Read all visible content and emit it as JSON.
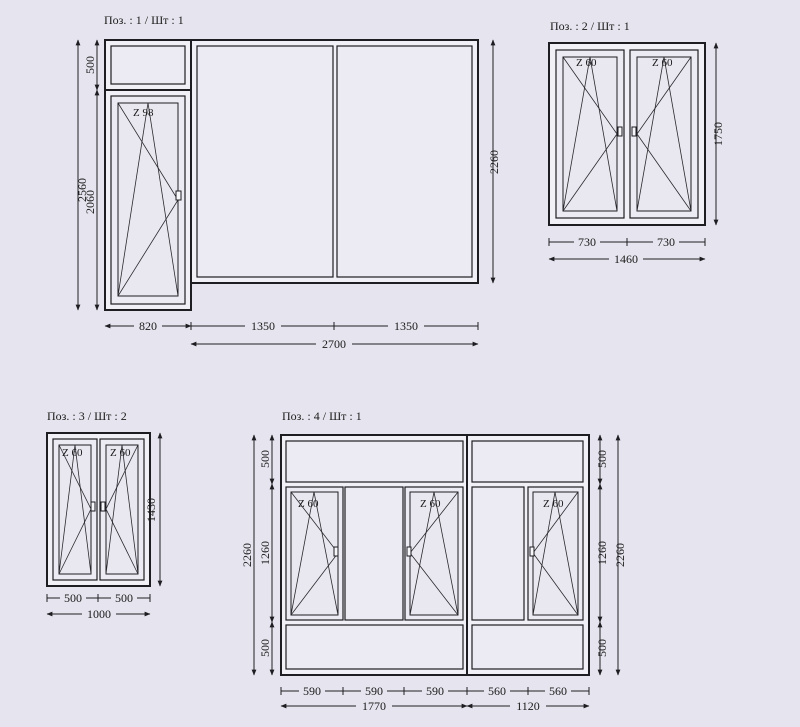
{
  "positions": [
    {
      "title": "Поз. : 1 / Шт : 1",
      "sash_label": "Z 98",
      "dims": {
        "top_height": "500",
        "total_height": "2560",
        "door_height": "2060",
        "right_height": "2260",
        "door_width": "820",
        "pane1_width": "1350",
        "pane2_width": "1350",
        "panes_total": "2700"
      }
    },
    {
      "title": "Поз. : 2 / Шт : 1",
      "sash_labels": [
        "Z 60",
        "Z 60"
      ],
      "dims": {
        "height": "1750",
        "width_left": "730",
        "width_right": "730",
        "width_total": "1460"
      }
    },
    {
      "title": "Поз. : 3 / Шт : 2",
      "sash_labels": [
        "Z 60",
        "Z 60"
      ],
      "dims": {
        "height": "1430",
        "width_left": "500",
        "width_right": "500",
        "width_total": "1000"
      }
    },
    {
      "title": "Поз. : 4 / Шт : 1",
      "sash_labels": [
        "Z 60",
        "Z 60",
        "Z 60"
      ],
      "dims": {
        "left_top": "500",
        "left_middle": "1260",
        "left_bottom": "500",
        "left_total": "2260",
        "right_top": "500",
        "right_middle": "1260",
        "right_total": "2260",
        "right_bottom": "500",
        "w1": "590",
        "w2": "590",
        "w3": "590",
        "w4": "560",
        "w5": "560",
        "left_section_total": "1770",
        "right_section_total": "1120"
      }
    }
  ]
}
